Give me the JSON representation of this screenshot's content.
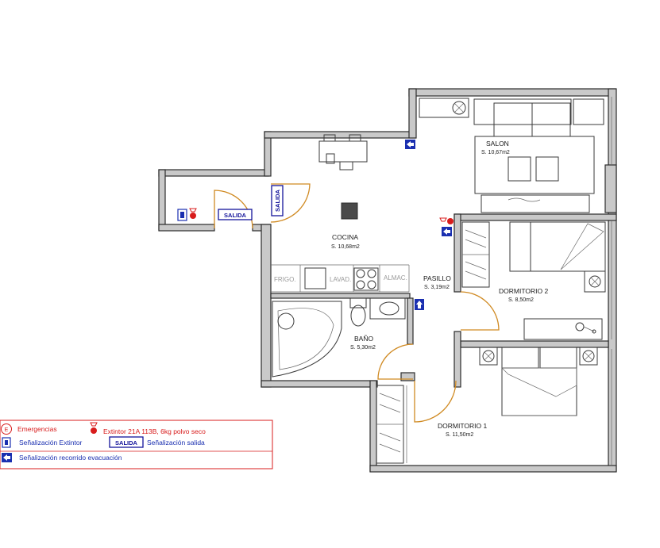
{
  "rooms": {
    "salon": {
      "name": "SALON",
      "area": "S. 10,67m2"
    },
    "cocina": {
      "name": "COCINA",
      "area": "S. 10,68m2"
    },
    "pasillo": {
      "name": "PASILLO",
      "area": "S. 3,19m2"
    },
    "dormitorio2": {
      "name": "DORMITORIO 2",
      "area": "S. 8,50m2"
    },
    "bano": {
      "name": "BAÑO",
      "area": "S. 5,30m2"
    },
    "dormitorio1": {
      "name": "DORMITORIO 1",
      "area": "S. 11,50m2"
    }
  },
  "appliances": {
    "frigo": "FRIGO.",
    "lavad": "LAVAD.",
    "almac": "ALMAC."
  },
  "signs": {
    "salida_horizontal": "SALIDA",
    "salida_vertical": "SALIDA"
  },
  "legend": {
    "emergency_symbol": "E",
    "emergency_label": "Emergencias",
    "extintor_label": "Extintor 21A 113B, 6kg polvo seco",
    "sen_extintor_label": "Señalización Extintor",
    "salida_box": "SALIDA",
    "sen_salida_label": "Señalización salida",
    "recorrido_label": "Señalización recorrido evacuación"
  },
  "colors": {
    "wall_fill": "#c9c9c9",
    "door_arc": "#d08a22",
    "legend_red": "#d81c1c",
    "sign_blue": "#1a2fb0"
  }
}
